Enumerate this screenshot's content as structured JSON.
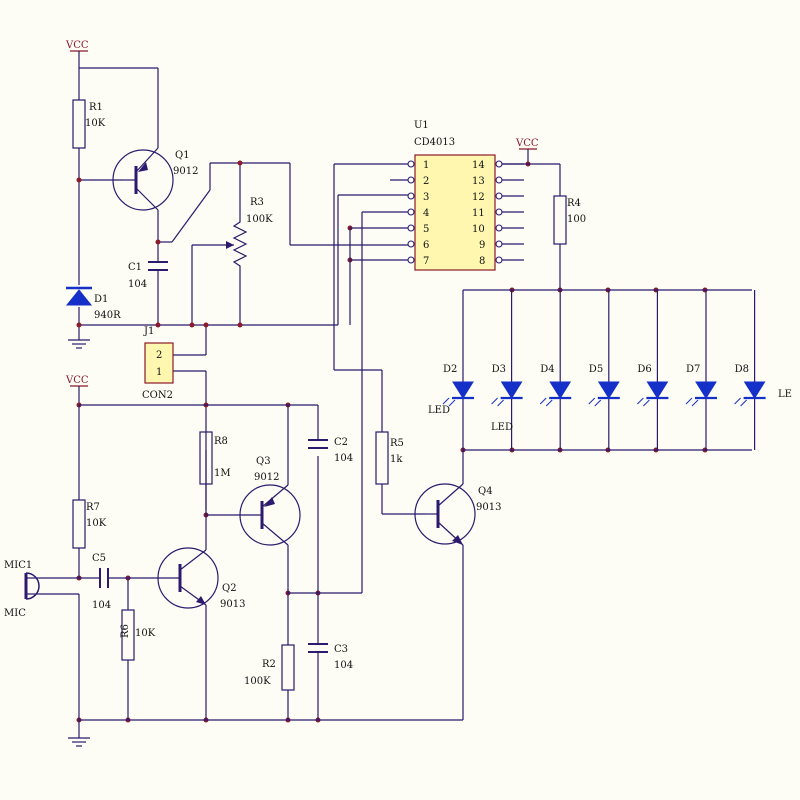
{
  "power": {
    "vcc_top": "VCC",
    "vcc_mid": "VCC",
    "vcc_u1": "VCC"
  },
  "resistors": {
    "r1": {
      "ref": "R1",
      "value": "10K"
    },
    "r2": {
      "ref": "R2",
      "value": "100K"
    },
    "r3": {
      "ref": "R3",
      "value": "100K"
    },
    "r4": {
      "ref": "R4",
      "value": "100"
    },
    "r5": {
      "ref": "R5",
      "value": "1k"
    },
    "r6": {
      "ref": "R6",
      "value": "10K"
    },
    "r7": {
      "ref": "R7",
      "value": "10K"
    },
    "r8": {
      "ref": "R8",
      "value": "1M"
    }
  },
  "capacitors": {
    "c1": {
      "ref": "C1",
      "value": "104"
    },
    "c2": {
      "ref": "C2",
      "value": "104"
    },
    "c3": {
      "ref": "C3",
      "value": "104"
    },
    "c5": {
      "ref": "C5",
      "value": "104"
    }
  },
  "transistors": {
    "q1": {
      "ref": "Q1",
      "value": "9012"
    },
    "q2": {
      "ref": "Q2",
      "value": "9013"
    },
    "q3": {
      "ref": "Q3",
      "value": "9012"
    },
    "q4": {
      "ref": "Q4",
      "value": "9013"
    }
  },
  "d1": {
    "ref": "D1",
    "value": "940R"
  },
  "j1": {
    "ref": "J1",
    "type": "CON2",
    "pin_top": "2",
    "pin_bottom": "1"
  },
  "u1": {
    "ref": "U1",
    "part": "CD4013",
    "pins_left": [
      "1",
      "2",
      "3",
      "4",
      "5",
      "6",
      "7"
    ],
    "pins_right": [
      "14",
      "13",
      "12",
      "11",
      "10",
      "9",
      "8"
    ]
  },
  "leds": {
    "refs": [
      "D2",
      "D3",
      "D4",
      "D5",
      "D6",
      "D7",
      "D8"
    ],
    "label_d2": "LED",
    "label_d3": "LED",
    "label_d8": "LE"
  },
  "mic": {
    "ref": "MIC1",
    "type": "MIC"
  }
}
